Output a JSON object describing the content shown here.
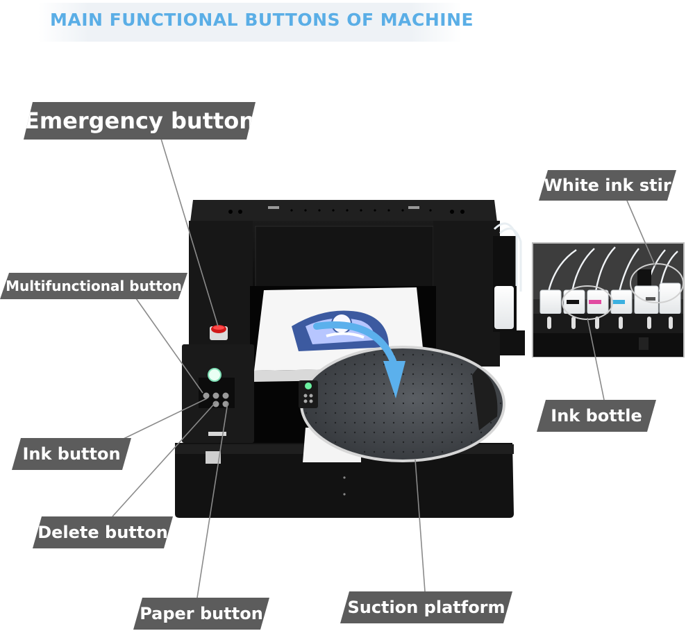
{
  "title": "MAIN FUNCTIONAL BUTTONS OF MACHINE",
  "callouts": {
    "emergency": "Emergency button",
    "multifunctional": "Multifunctional button",
    "ink": "Ink button",
    "delete": "Delete button",
    "paper": "Paper button",
    "suction": "Suction platform",
    "white_ink_stir": "White ink stir",
    "ink_bottle": "Ink bottle"
  },
  "colors": {
    "title": "#5aaee6",
    "callout_bg": "#5c5c5c",
    "callout_text": "#ffffff",
    "machine_body": "#111111",
    "arrow": "#5bb0ec",
    "leader_line": "#8a8a8a"
  }
}
